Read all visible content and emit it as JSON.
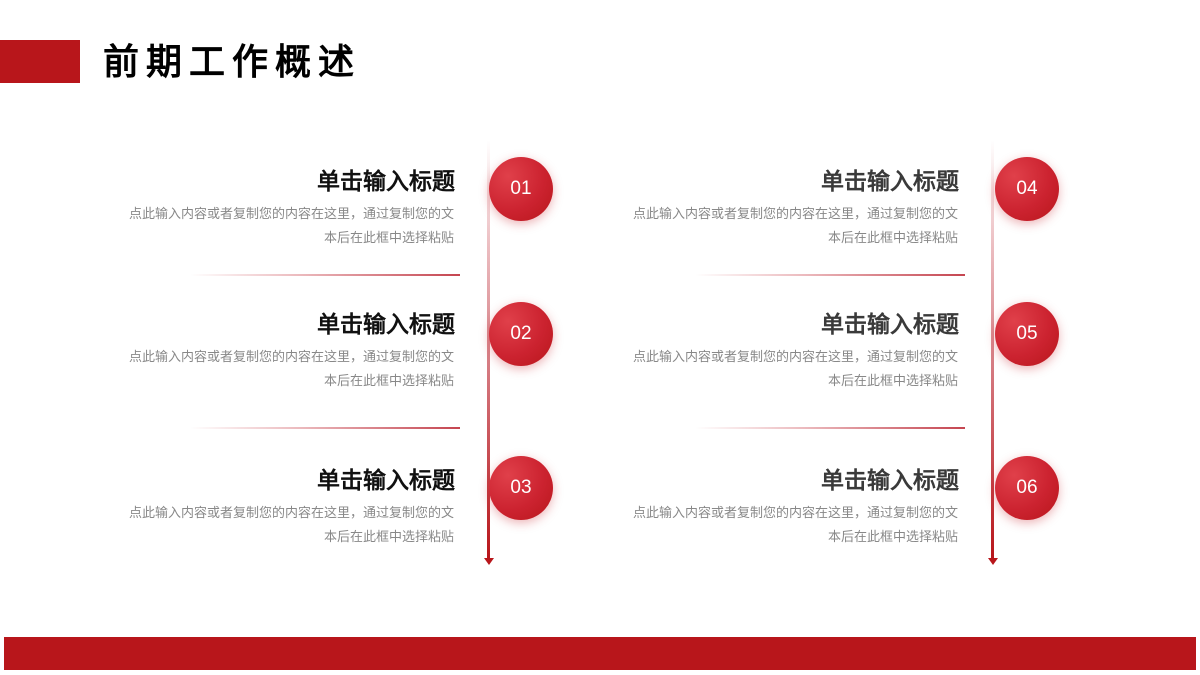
{
  "header": {
    "title": "前期工作概述"
  },
  "colors": {
    "accent": "#b8161b",
    "title_text": "#111111",
    "body_text": "#888888"
  },
  "items": [
    {
      "number": "01",
      "title": "单击输入标题",
      "body_line1": "点此输入内容或者复制您的内容在这里，通过复制您的文",
      "body_line2": "本后在此框中选择粘贴"
    },
    {
      "number": "02",
      "title": "单击输入标题",
      "body_line1": "点此输入内容或者复制您的内容在这里，通过复制您的文",
      "body_line2": "本后在此框中选择粘贴"
    },
    {
      "number": "03",
      "title": "单击输入标题",
      "body_line1": "点此输入内容或者复制您的内容在这里，通过复制您的文",
      "body_line2": "本后在此框中选择粘贴"
    },
    {
      "number": "04",
      "title": "单击输入标题",
      "body_line1": "点此输入内容或者复制您的内容在这里，通过复制您的文",
      "body_line2": "本后在此框中选择粘贴"
    },
    {
      "number": "05",
      "title": "单击输入标题",
      "body_line1": "点此输入内容或者复制您的内容在这里，通过复制您的文",
      "body_line2": "本后在此框中选择粘贴"
    },
    {
      "number": "06",
      "title": "单击输入标题",
      "body_line1": "点此输入内容或者复制您的内容在这里，通过复制您的文",
      "body_line2": "本后在此框中选择粘贴"
    }
  ]
}
